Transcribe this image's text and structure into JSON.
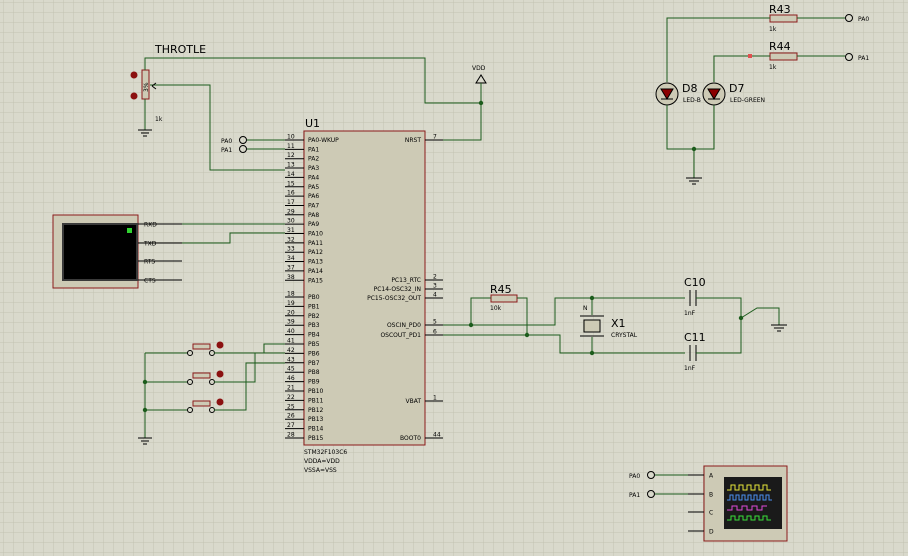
{
  "throttle": {
    "ref": "THROTLE",
    "value": "1k",
    "pot_label": "3%"
  },
  "vdd_top": "VDD",
  "u1": {
    "ref": "U1",
    "part": "STM32F103C6",
    "note1": "VDDA=VDD",
    "note2": "VSSA=VSS",
    "left_pins": [
      {
        "num": "10",
        "name": "PA0-WKUP"
      },
      {
        "num": "11",
        "name": "PA1"
      },
      {
        "num": "12",
        "name": "PA2"
      },
      {
        "num": "13",
        "name": "PA3"
      },
      {
        "num": "14",
        "name": "PA4"
      },
      {
        "num": "15",
        "name": "PA5"
      },
      {
        "num": "16",
        "name": "PA6"
      },
      {
        "num": "17",
        "name": "PA7"
      },
      {
        "num": "29",
        "name": "PA8"
      },
      {
        "num": "30",
        "name": "PA9"
      },
      {
        "num": "31",
        "name": "PA10"
      },
      {
        "num": "32",
        "name": "PA11"
      },
      {
        "num": "33",
        "name": "PA12"
      },
      {
        "num": "34",
        "name": "PA13"
      },
      {
        "num": "37",
        "name": "PA14"
      },
      {
        "num": "38",
        "name": "PA15"
      },
      {
        "num": "18",
        "name": "PB0"
      },
      {
        "num": "19",
        "name": "PB1"
      },
      {
        "num": "20",
        "name": "PB2"
      },
      {
        "num": "39",
        "name": "PB3"
      },
      {
        "num": "40",
        "name": "PB4"
      },
      {
        "num": "41",
        "name": "PB5"
      },
      {
        "num": "42",
        "name": "PB6"
      },
      {
        "num": "43",
        "name": "PB7"
      },
      {
        "num": "45",
        "name": "PB8"
      },
      {
        "num": "46",
        "name": "PB9"
      },
      {
        "num": "21",
        "name": "PB10"
      },
      {
        "num": "22",
        "name": "PB11"
      },
      {
        "num": "25",
        "name": "PB12"
      },
      {
        "num": "26",
        "name": "PB13"
      },
      {
        "num": "27",
        "name": "PB14"
      },
      {
        "num": "28",
        "name": "PB15"
      }
    ],
    "right_pins": [
      {
        "num": "7",
        "name": "NRST"
      },
      {
        "num": "2",
        "name": "PC13_RTC"
      },
      {
        "num": "3",
        "name": "PC14-OSC32_IN"
      },
      {
        "num": "4",
        "name": "PC15-OSC32_OUT"
      },
      {
        "num": "5",
        "name": "OSCIN_PD0"
      },
      {
        "num": "6",
        "name": "OSCOUT_PD1"
      },
      {
        "num": "1",
        "name": "VBAT"
      },
      {
        "num": "44",
        "name": "BOOT0"
      }
    ]
  },
  "port_labels": {
    "pa0": "PA0",
    "pa1": "PA1"
  },
  "terminal": {
    "pins": [
      "RXD",
      "TXD",
      "RTS",
      "CTS"
    ]
  },
  "r45": {
    "ref": "R45",
    "value": "10k"
  },
  "x1": {
    "ref": "X1",
    "value": "CRYSTAL"
  },
  "c10": {
    "ref": "C10",
    "value": "1nF"
  },
  "c11": {
    "ref": "C11",
    "value": "1nF"
  },
  "r43": {
    "ref": "R43",
    "value": "1k",
    "port": "PA0"
  },
  "r44": {
    "ref": "R44",
    "value": "1k",
    "port": "PA1"
  },
  "d8": {
    "ref": "D8",
    "value": "LED-B"
  },
  "d7": {
    "ref": "D7",
    "value": "LED-GREEN"
  },
  "scope": {
    "inputs": [
      "A",
      "B",
      "C",
      "D"
    ],
    "pa0": "PA0",
    "pa1": "PA1"
  },
  "colors": {
    "grid": "#c6c6b6",
    "background": "#d9d9cc",
    "wire": "#1c5c1c",
    "body": "#cdcab5",
    "component_outline": "#8b1a1a",
    "pin_red": "#8b1010"
  }
}
